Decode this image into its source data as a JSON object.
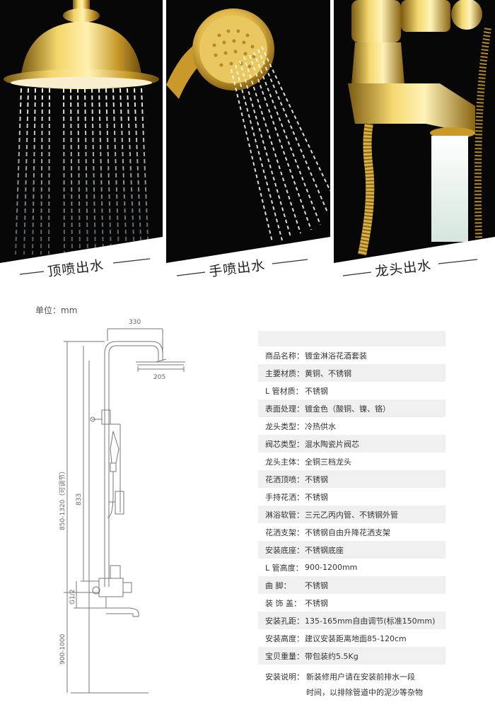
{
  "captions": [
    {
      "text": "顶喷出水"
    },
    {
      "text": "手喷出水"
    },
    {
      "text": "龙头出水"
    }
  ],
  "unit_label": "单位：mm",
  "dimensions": {
    "top_width": "330",
    "head_width": "205",
    "total_height": "850-1320（可调节）",
    "rail_height": "833",
    "inlet": "G1/2",
    "base_height": "900-1000"
  },
  "spec": [
    {
      "key": "商品名称：",
      "value": "镀金淋浴花酒套装"
    },
    {
      "key": "主要材质：",
      "value": "黄铜、不锈钢"
    },
    {
      "key": "L 管材质：",
      "value": "不锈钢"
    },
    {
      "key": "表面处理：",
      "value": "镀金色（酸铜、镍、铬）"
    },
    {
      "key": "龙头类型：",
      "value": "冷热供水"
    },
    {
      "key": "阀芯类型：",
      "value": "混水陶瓷片阀芯"
    },
    {
      "key": "龙头主体：",
      "value": "全铜三档龙头"
    },
    {
      "key": "花洒顶喷：",
      "value": "不锈钢"
    },
    {
      "key": "手持花洒：",
      "value": "不锈钢"
    },
    {
      "key": "淋浴软管：",
      "value": "三元乙丙内管、不锈钢外管"
    },
    {
      "key": "花洒支架：",
      "value": "不锈钢自由升降花洒支架"
    },
    {
      "key": "安装底座：",
      "value": "不锈钢底座"
    },
    {
      "key": "L 管高度：",
      "value": "900-1200mm"
    },
    {
      "key": "曲    脚：",
      "value": "不锈钢"
    },
    {
      "key": "装 饰 盖：",
      "value": "不锈钢"
    },
    {
      "key": "安装孔距：",
      "value": "135-165mm自由调节(标准150mm)"
    },
    {
      "key": "安装高度：",
      "value": "建议安装距离地面85-120cm"
    },
    {
      "key": "宝贝重量：",
      "value": "带包装约5.5Kg"
    }
  ],
  "install_note": {
    "key": "安装说明：",
    "line1": "新装修用户请在安装前排水一段",
    "line2": "时间，以排除管道中的泥沙等杂物"
  },
  "colors": {
    "gold": "#d9b24a",
    "photo_bg": "#080808",
    "row_shade": "#f0f0f0"
  }
}
